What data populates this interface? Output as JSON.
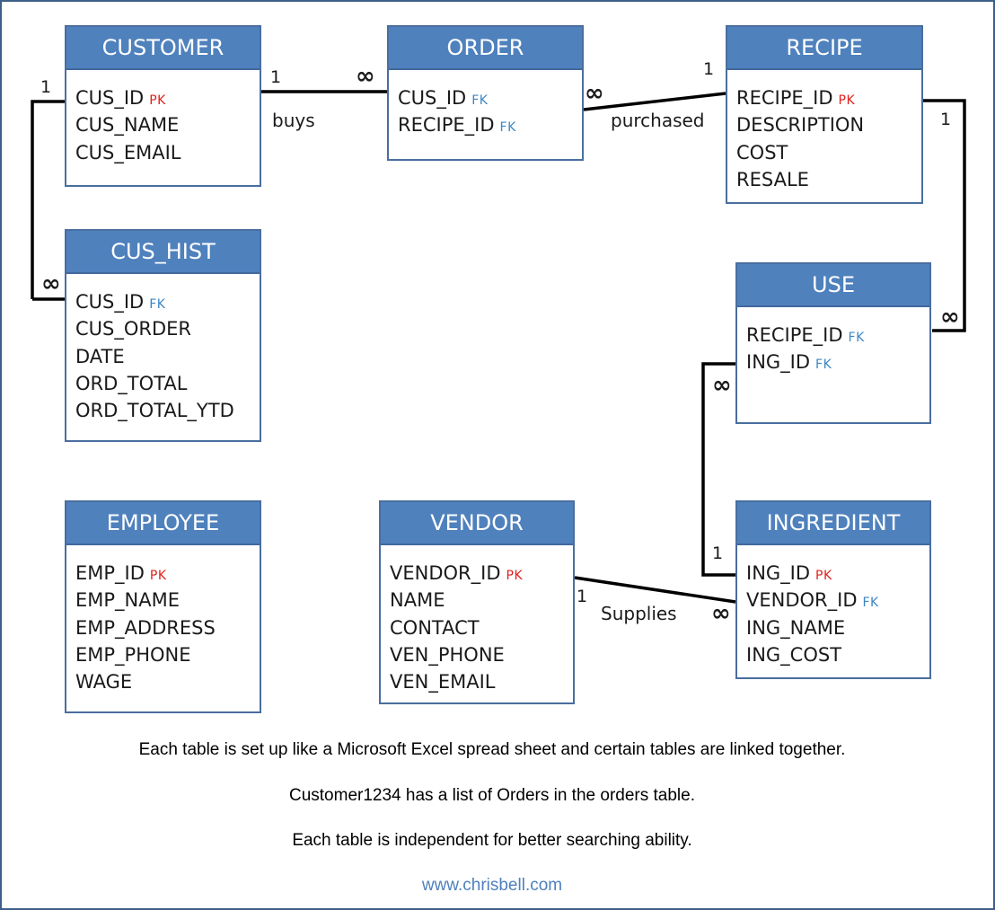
{
  "entities": {
    "customer": {
      "title": "CUSTOMER",
      "fields": [
        {
          "name": "CUS_ID",
          "key": "PK"
        },
        {
          "name": "CUS_NAME",
          "key": ""
        },
        {
          "name": "CUS_EMAIL",
          "key": ""
        }
      ]
    },
    "order": {
      "title": "ORDER",
      "fields": [
        {
          "name": "CUS_ID",
          "key": "FK"
        },
        {
          "name": "RECIPE_ID",
          "key": "FK"
        }
      ]
    },
    "recipe": {
      "title": "RECIPE",
      "fields": [
        {
          "name": "RECIPE_ID",
          "key": "PK"
        },
        {
          "name": "DESCRIPTION",
          "key": ""
        },
        {
          "name": "COST",
          "key": ""
        },
        {
          "name": "RESALE",
          "key": ""
        }
      ]
    },
    "cus_hist": {
      "title": "CUS_HIST",
      "fields": [
        {
          "name": "CUS_ID",
          "key": "FK"
        },
        {
          "name": "CUS_ORDER",
          "key": ""
        },
        {
          "name": "DATE",
          "key": ""
        },
        {
          "name": "ORD_TOTAL",
          "key": ""
        },
        {
          "name": "ORD_TOTAL_YTD",
          "key": ""
        }
      ]
    },
    "use": {
      "title": "USE",
      "fields": [
        {
          "name": "RECIPE_ID",
          "key": "FK"
        },
        {
          "name": "ING_ID",
          "key": "FK"
        }
      ]
    },
    "employee": {
      "title": "EMPLOYEE",
      "fields": [
        {
          "name": "EMP_ID",
          "key": "PK"
        },
        {
          "name": "EMP_NAME",
          "key": ""
        },
        {
          "name": "EMP_ADDRESS",
          "key": ""
        },
        {
          "name": "EMP_PHONE",
          "key": ""
        },
        {
          "name": "WAGE",
          "key": ""
        }
      ]
    },
    "vendor": {
      "title": "VENDOR",
      "fields": [
        {
          "name": "VENDOR_ID",
          "key": "PK"
        },
        {
          "name": "NAME",
          "key": ""
        },
        {
          "name": "CONTACT",
          "key": ""
        },
        {
          "name": "VEN_PHONE",
          "key": ""
        },
        {
          "name": "VEN_EMAIL",
          "key": ""
        }
      ]
    },
    "ingredient": {
      "title": "INGREDIENT",
      "fields": [
        {
          "name": "ING_ID",
          "key": "PK"
        },
        {
          "name": "VENDOR_ID",
          "key": "FK"
        },
        {
          "name": "ING_NAME",
          "key": ""
        },
        {
          "name": "ING_COST",
          "key": ""
        }
      ]
    }
  },
  "relationships": {
    "customer_order": {
      "label": "buys",
      "from_card": "1",
      "to_card": "∞"
    },
    "order_recipe": {
      "label": "purchased",
      "from_card": "∞",
      "to_card": "1"
    },
    "customer_cus_hist": {
      "from_card": "1",
      "to_card": "∞"
    },
    "recipe_use": {
      "from_card": "1",
      "to_card": "∞"
    },
    "use_ingredient": {
      "from_card": "∞",
      "to_card": "1"
    },
    "vendor_ingredient": {
      "label": "Supplies",
      "from_card": "1",
      "to_card": "∞"
    }
  },
  "notes": [
    "Each table is set up like a Microsoft Excel spread sheet and certain tables are linked together.",
    "Customer1234 has a list of Orders in the orders table.",
    "Each table is independent for better searching ability."
  ],
  "website": "www.chrisbell.com",
  "colors": {
    "header_fill": "#4f81bd",
    "border": "#4a6e9f",
    "pk": "#e0201c",
    "fk": "#3c86c4",
    "website": "#4f81bd"
  }
}
